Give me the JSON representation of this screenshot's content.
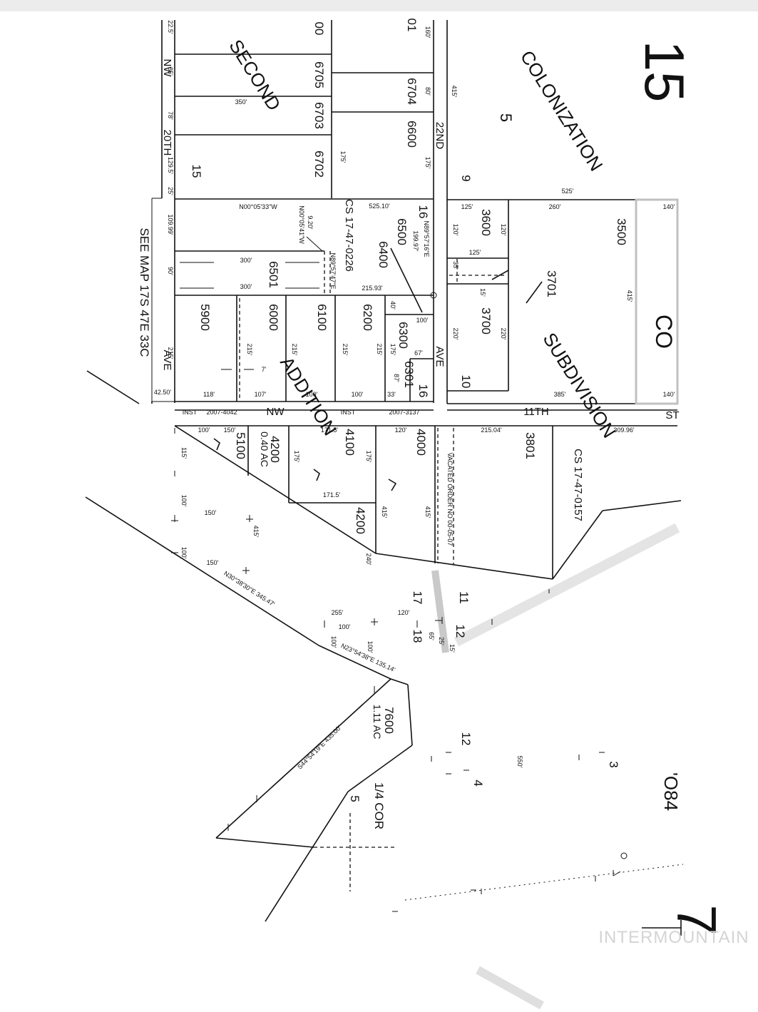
{
  "map": {
    "section_number": "15",
    "page_number": "7",
    "year": "'O84",
    "see_map": "SEE MAP 17S 47E 33C",
    "watermark": "INTERMOUNTAIN",
    "quarter_corner": "1/4 COR",
    "subdivisions": {
      "second_addition_a": "SECOND",
      "second_addition_b": "ADDITION",
      "colonization_a": "COLONIZATION",
      "colonization_b": "SUBDIVISION"
    },
    "streets": {
      "s20th": "20TH",
      "s22nd": "22ND",
      "s11th": "11TH",
      "nw_a": "NW",
      "nw_b": "NW",
      "ave_a": "AVE",
      "ave_b": "AVE",
      "st": "ST"
    },
    "survey_refs": {
      "cs_0226": "CS 17-47-0226",
      "cs_0157": "CS 17-47-0157",
      "inst_a": "INST",
      "inst_a_no": "2007-4042",
      "inst_b": "INST",
      "inst_b_no": "2007-3137",
      "vacated": "VACATED ORDER NO 00-05-07"
    },
    "bearings": {
      "b1": "N00°05'33\"W",
      "b2": "N89°57'16\"E",
      "b3": "N00°05'41\"W",
      "b4": "N89°57'47\"E",
      "b5": "N30°38'30\"E 345.47'",
      "b6": "N23°54'38\"E 135.14'",
      "b7": "S44°54'19\"E 435.00'"
    },
    "parcels": {
      "p6705": "6705",
      "p6704": "6704",
      "p6703": "6703",
      "p6702": "6702",
      "p6600": "6600",
      "p6500": "6500",
      "p6501": "6501",
      "p6400": "6400",
      "p5900": "5900",
      "p6000": "6000",
      "p6100": "6100",
      "p6200": "6200",
      "p6300": "6300",
      "p6301": "6301",
      "p3500": "3500",
      "p3600": "3600",
      "p3700": "3700",
      "p3701": "3701",
      "p3801": "3801",
      "p4000": "4000",
      "p4100": "4100",
      "p4200a": "4200",
      "p4200a_ac": "0.40 AC",
      "p4200b": "4200",
      "p5100": "5100",
      "p7600": "7600",
      "p7600_ac": "1.11 AC",
      "p6700": "00",
      "p6701": "01",
      "p_co": "CO"
    },
    "blocks": {
      "b5": "5",
      "b9": "9",
      "b10": "10",
      "b15": "15",
      "b16a": "16",
      "b16b": "16"
    },
    "corners": {
      "c11": "11",
      "c12": "12",
      "c17": "17",
      "c18": "18",
      "c12b": "12",
      "c4": "4",
      "c3": "3",
      "c5": "5"
    },
    "dims": [
      "22.5'",
      "85'",
      "78'",
      "129.5'",
      "25'",
      "109.99'",
      "90'",
      "215'",
      "42.50'",
      "160'",
      "80'",
      "175'",
      "175'",
      "415'",
      "350'",
      "525.10'",
      "199.97'",
      "9.20'",
      "300'",
      "300'",
      "215.93'",
      "40'",
      "100'",
      "67'",
      "87'",
      "175'",
      "215'",
      "215'",
      "215'",
      "215'",
      "118'",
      "107'",
      "100'",
      "100'",
      "33'",
      "7'",
      "525'",
      "260'",
      "140'",
      "125'",
      "120'",
      "120'",
      "125'",
      "35'",
      "15'",
      "220'",
      "220'",
      "385'",
      "140'",
      "415'",
      "215.04'",
      "309.96'",
      "100'",
      "150'",
      "171.5'",
      "120'",
      "115'",
      "175'",
      "175'",
      "171.5'",
      "415'",
      "415'",
      "100'",
      "150'",
      "415'",
      "100'",
      "150'",
      "240'",
      "255'",
      "100'",
      "120'",
      "100'",
      "100'",
      "65'",
      "25'",
      "15'",
      "550'"
    ]
  }
}
